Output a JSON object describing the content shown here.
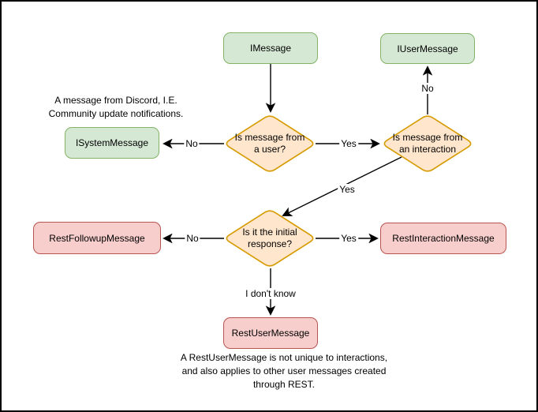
{
  "nodes": {
    "imessage": "IMessage",
    "iusermessage": "IUserMessage",
    "isystemmessage": "ISystemMessage",
    "restfollowupmessage": "RestFollowupMessage",
    "restinteractionmessage": "RestInteractionMessage",
    "restusermessage": "RestUserMessage"
  },
  "decisions": {
    "from_user": [
      "Is message from",
      "a user?"
    ],
    "from_interaction": [
      "Is message from",
      "an interaction"
    ],
    "initial_response": [
      "Is it the initial",
      "response?"
    ]
  },
  "edge_labels": {
    "user_no": "No",
    "user_yes": "Yes",
    "interaction_no": "No",
    "interaction_yes": "Yes",
    "initial_no": "No",
    "initial_yes": "Yes",
    "initial_unknown": "I don't know"
  },
  "captions": {
    "system_note": [
      "A message from Discord, I.E.",
      "Community update notifications."
    ],
    "rest_user_note": [
      "A RestUserMessage is not unique to interactions,",
      "and also applies to other user messages created",
      "through REST."
    ]
  },
  "colors": {
    "class_fill": "#d5e8d4",
    "class_border": "#82b366",
    "decision_fill": "#ffe6cc",
    "decision_border": "#d79b00",
    "rest_fill": "#f8cecc",
    "rest_border": "#b85450",
    "edge": "#000000",
    "background": "#ffffff"
  }
}
